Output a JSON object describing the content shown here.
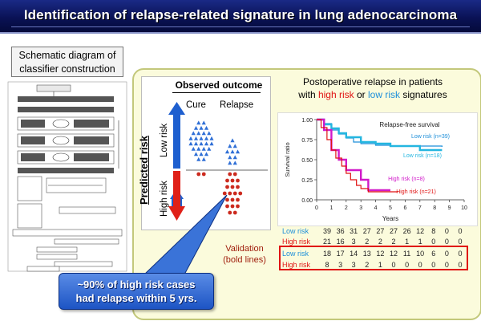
{
  "title": "Identification of relapse-related signature in lung adenocarcinoma",
  "schematic": {
    "title_line1": "Schematic diagram of",
    "title_line2": "classifier construction"
  },
  "observed": {
    "title": "Observed outcome",
    "col_cure": "Cure",
    "col_relapse": "Relapse",
    "predicted_risk": "Predicted risk",
    "low_risk": "Low risk",
    "high_risk": "High risk"
  },
  "plot": {
    "title_line1": "Postoperative relapse in patients",
    "title_pre": "with ",
    "title_high": "high risk",
    "title_mid": " or ",
    "title_low": "low risk",
    "title_post": " signatures"
  },
  "validation": {
    "line1": "Validation",
    "line2": "(bold lines)"
  },
  "callout": {
    "line1": "~90% of high risk cases",
    "line2": "had relapse within 5 yrs."
  },
  "colors": {
    "title_bg": "#0a1256",
    "high_risk": "#e01212",
    "low_risk": "#1e8fd9",
    "panel_bg": "#fbfbdc",
    "magenta": "#d11ac9",
    "cyan": "#24b6e0"
  },
  "chart_data": {
    "type": "line",
    "title": "Relapse-free survival",
    "xlabel": "Years",
    "ylabel": "Survival ratio",
    "xlim": [
      0,
      10
    ],
    "ylim": [
      0,
      1.0
    ],
    "x_ticks": [
      "0",
      "1",
      "2",
      "3",
      "4",
      "5",
      "6",
      "7",
      "8",
      "9",
      "10"
    ],
    "y_ticks": [
      "0.00",
      "0.25",
      "0.50",
      "0.75",
      "1.00"
    ],
    "series": [
      {
        "name": "Low risk (n=39)",
        "color": "#1e8fd9",
        "bold": false,
        "points": [
          [
            0,
            1.0
          ],
          [
            0.5,
            0.95
          ],
          [
            1,
            0.87
          ],
          [
            1.5,
            0.82
          ],
          [
            2,
            0.77
          ],
          [
            2.5,
            0.72
          ],
          [
            3,
            0.7
          ],
          [
            4,
            0.68
          ],
          [
            5,
            0.67
          ],
          [
            8,
            0.67
          ],
          [
            8.5,
            0.66
          ]
        ]
      },
      {
        "name": "Low risk (n=18)",
        "color": "#24b6e0",
        "bold": true,
        "points": [
          [
            0,
            1.0
          ],
          [
            0.5,
            0.94
          ],
          [
            1,
            0.89
          ],
          [
            1.5,
            0.83
          ],
          [
            2,
            0.78
          ],
          [
            3,
            0.72
          ],
          [
            4,
            0.7
          ],
          [
            5,
            0.67
          ],
          [
            6,
            0.67
          ],
          [
            7,
            0.62
          ],
          [
            8.5,
            0.62
          ]
        ]
      },
      {
        "name": "High risk (n=8)",
        "color": "#d11ac9",
        "bold": true,
        "points": [
          [
            0,
            1.0
          ],
          [
            0.5,
            0.87
          ],
          [
            1,
            0.62
          ],
          [
            1.5,
            0.5
          ],
          [
            2,
            0.37
          ],
          [
            3,
            0.25
          ],
          [
            3.5,
            0.12
          ],
          [
            5,
            0.12
          ]
        ]
      },
      {
        "name": "High risk (n=21)",
        "color": "#e01212",
        "bold": false,
        "points": [
          [
            0,
            1.0
          ],
          [
            0.3,
            0.9
          ],
          [
            0.7,
            0.75
          ],
          [
            1,
            0.62
          ],
          [
            1.3,
            0.52
          ],
          [
            1.7,
            0.42
          ],
          [
            2,
            0.33
          ],
          [
            2.3,
            0.25
          ],
          [
            2.7,
            0.18
          ],
          [
            3,
            0.14
          ],
          [
            3.5,
            0.1
          ],
          [
            5.5,
            0.1
          ]
        ]
      }
    ],
    "risk_table": [
      {
        "label": "Low risk",
        "color": "#1e8fd9",
        "values": [
          "39",
          "36",
          "31",
          "27",
          "27",
          "27",
          "26",
          "12",
          "8",
          "0",
          "0"
        ]
      },
      {
        "label": "High risk",
        "color": "#e01212",
        "values": [
          "21",
          "16",
          "3",
          "2",
          "2",
          "2",
          "1",
          "1",
          "0",
          "0",
          "0"
        ]
      },
      {
        "label": "Low risk",
        "color": "#1e8fd9",
        "values": [
          "18",
          "17",
          "14",
          "13",
          "12",
          "12",
          "11",
          "10",
          "6",
          "0",
          "0"
        ]
      },
      {
        "label": "High risk",
        "color": "#e01212",
        "values": [
          "8",
          "3",
          "3",
          "2",
          "1",
          "0",
          "0",
          "0",
          "0",
          "0",
          "0"
        ]
      }
    ]
  },
  "scatter_counts": {
    "cure_low_triangles": 28,
    "relapse_low_triangles": 10,
    "relapse_high_circles": 20,
    "cure_high_circles": 2
  }
}
